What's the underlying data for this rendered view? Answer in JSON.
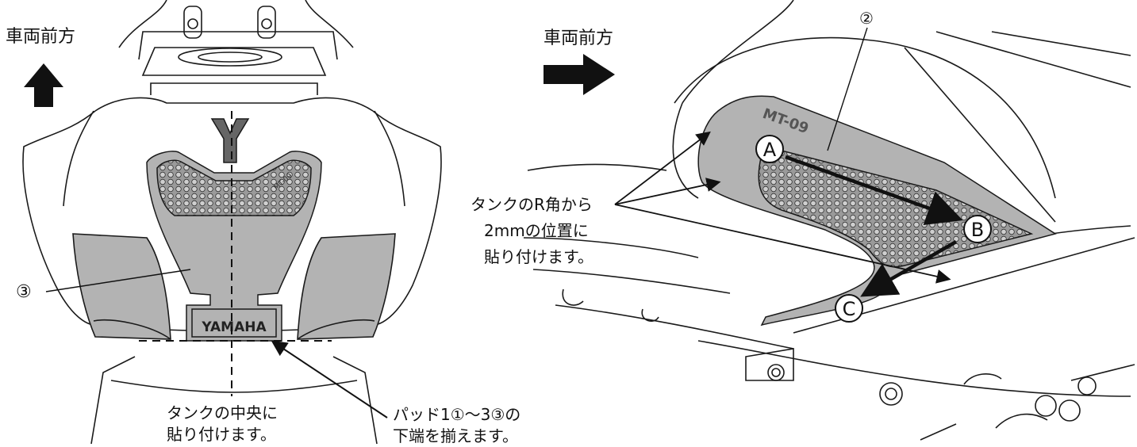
{
  "left_view": {
    "forward_label": "車両前方",
    "pad_number": "③",
    "emblem_text": "YAMAHA",
    "pad_logo": "MT-09",
    "center_note": [
      "タンクの中央に",
      "貼り付けます。"
    ],
    "bottom_note": [
      "パッド1①～3③の",
      "下端を揃えます。"
    ]
  },
  "right_view": {
    "forward_label": "車両前方",
    "pad_number": "②",
    "pad_logo": "MT-09",
    "points": [
      "A",
      "B",
      "C"
    ],
    "corner_note": [
      "タンクのR角から",
      "2mmの位置に",
      "貼り付けます。"
    ]
  },
  "colors": {
    "pad_fill": "#b3b3b3",
    "outline": "#1a1a1a",
    "arrow": "#111111"
  }
}
